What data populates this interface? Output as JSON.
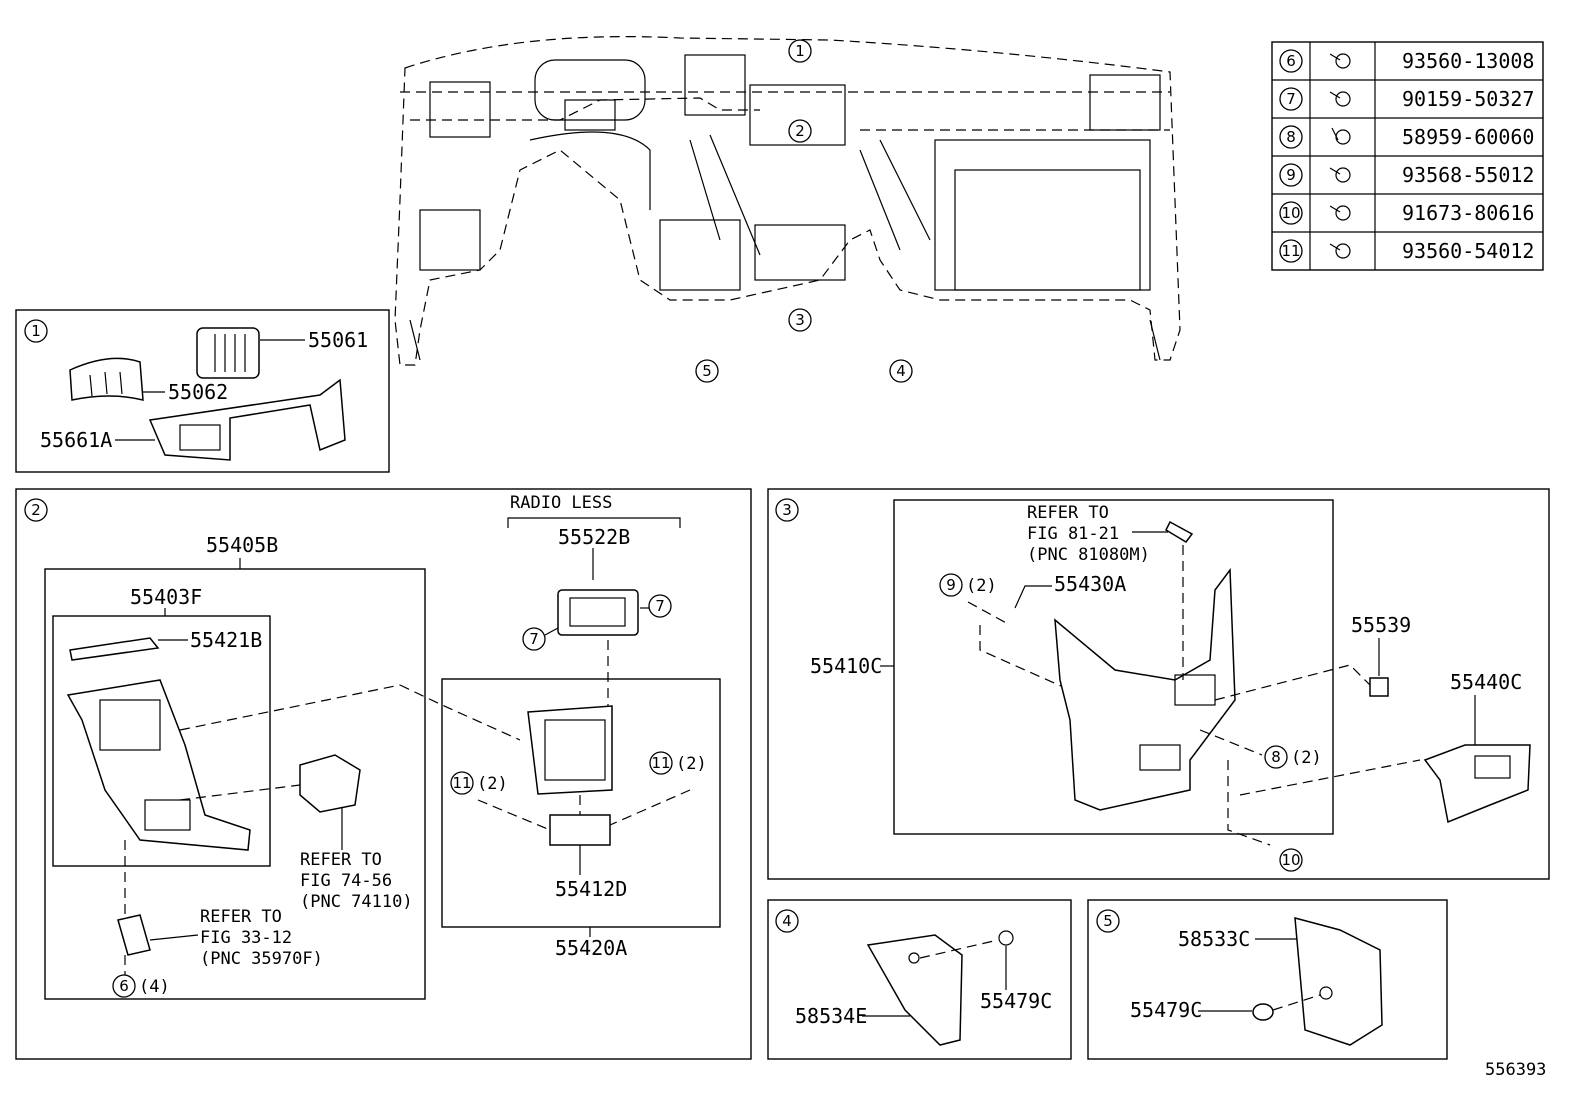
{
  "diagram_id": "556393",
  "fastener_table": [
    {
      "ref": "6",
      "part": "93560-13008"
    },
    {
      "ref": "7",
      "part": "90159-50327"
    },
    {
      "ref": "8",
      "part": "58959-60060"
    },
    {
      "ref": "9",
      "part": "93568-55012"
    },
    {
      "ref": "10",
      "part": "91673-80616"
    },
    {
      "ref": "11",
      "part": "93560-54012"
    }
  ],
  "main_callouts": [
    "1",
    "2",
    "3",
    "4",
    "5"
  ],
  "panel1": {
    "ref": "1",
    "labels": [
      "55061",
      "55062",
      "55661A"
    ]
  },
  "panel2": {
    "ref": "2",
    "radio_less": "RADIO LESS",
    "labels": {
      "p55405B": "55405B",
      "p55403F": "55403F",
      "p55421B": "55421B",
      "p55522B": "55522B",
      "p55412D": "55412D",
      "p55420A": "55420A"
    },
    "callouts": {
      "seven_a": "7",
      "seven_b": "7",
      "eleven_a": "11",
      "eleven_a_qty": "(2)",
      "eleven_b": "11",
      "eleven_b_qty": "(2)",
      "six": "6",
      "six_qty": "(4)"
    },
    "refer1": [
      "REFER TO",
      "FIG 74-56",
      "(PNC 74110)"
    ],
    "refer2": [
      "REFER TO",
      "FIG 33-12",
      "(PNC 35970F)"
    ]
  },
  "panel3": {
    "ref": "3",
    "labels": {
      "p55430A": "55430A",
      "p55410C": "55410C",
      "p55539": "55539",
      "p55440C": "55440C"
    },
    "callouts": {
      "nine": "9",
      "nine_qty": "(2)",
      "eight": "8",
      "eight_qty": "(2)",
      "ten": "10"
    },
    "refer": [
      "REFER TO",
      "FIG 81-21",
      "(PNC 81080M)"
    ]
  },
  "panel4": {
    "ref": "4",
    "labels": [
      "55479C",
      "58534E"
    ]
  },
  "panel5": {
    "ref": "5",
    "labels": [
      "58533C",
      "55479C"
    ]
  }
}
